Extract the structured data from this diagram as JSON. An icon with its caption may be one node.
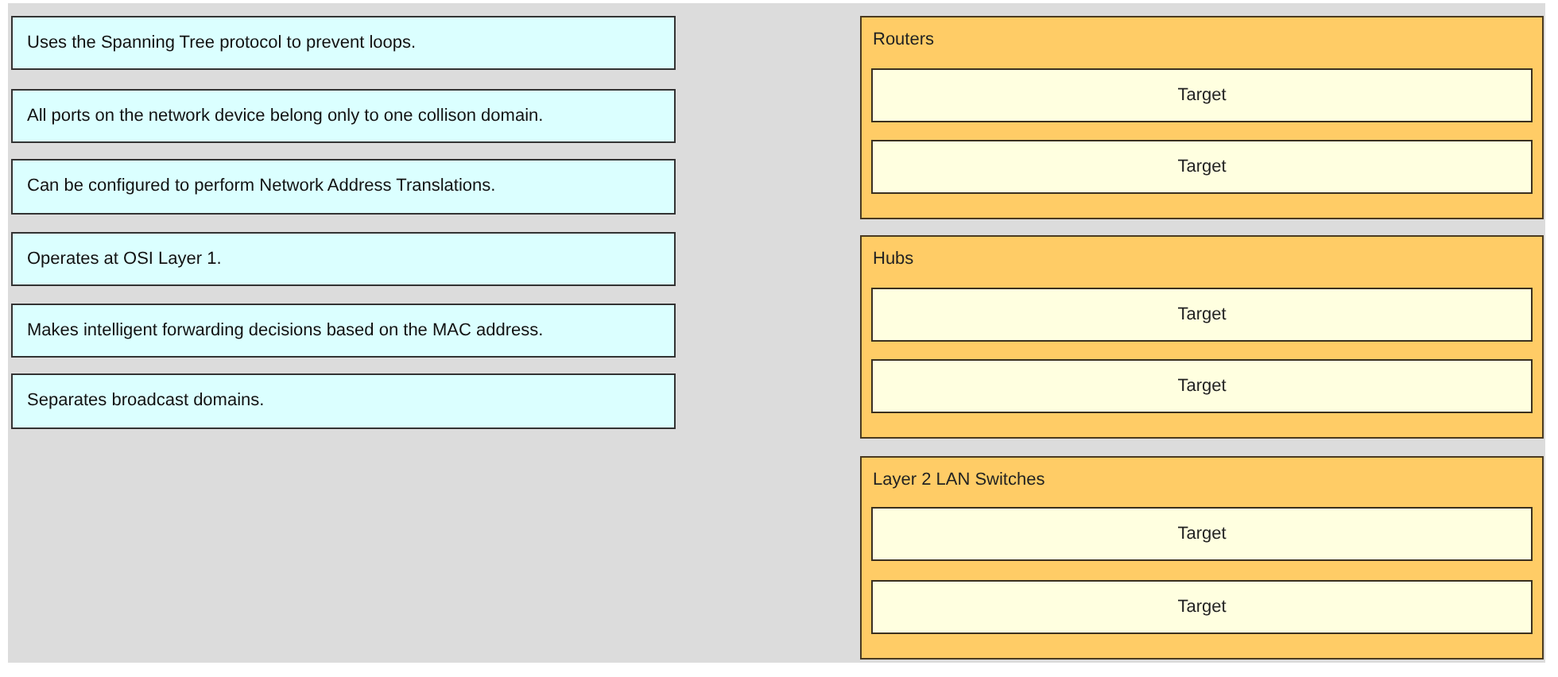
{
  "diagram": {
    "nodes": [
      {
        "text": [
          "Uses the Spanning Tree protocol to prevent loops."
        ]
      },
      {
        "text": [
          "All ports on the network device belong only to one collison domain."
        ]
      },
      {
        "text": [
          "Can be configured to perform Network Address Translations."
        ]
      },
      {
        "text": [
          "Operates at OSI Layer 1."
        ]
      },
      {
        "text": [
          "Makes intelligent forwarding decisions based on the MAC address."
        ]
      },
      {
        "text": [
          "Separates broadcast domains."
        ]
      },
      {
        "text": [
          "Routers"
        ]
      },
      {
        "text": [
          "Target"
        ],
        "in": 6
      },
      {
        "text": [
          "Target"
        ],
        "in": 6
      },
      {
        "text": [
          "Hubs"
        ]
      },
      {
        "text": [
          "Target"
        ],
        "in": 9
      },
      {
        "text": [
          "Target"
        ],
        "in": 9
      },
      {
        "text": [
          "Layer 2 LAN Switches"
        ]
      },
      {
        "text": [
          "Target"
        ],
        "in": 12
      },
      {
        "text": [
          "Target"
        ],
        "in": 12
      }
    ]
  }
}
